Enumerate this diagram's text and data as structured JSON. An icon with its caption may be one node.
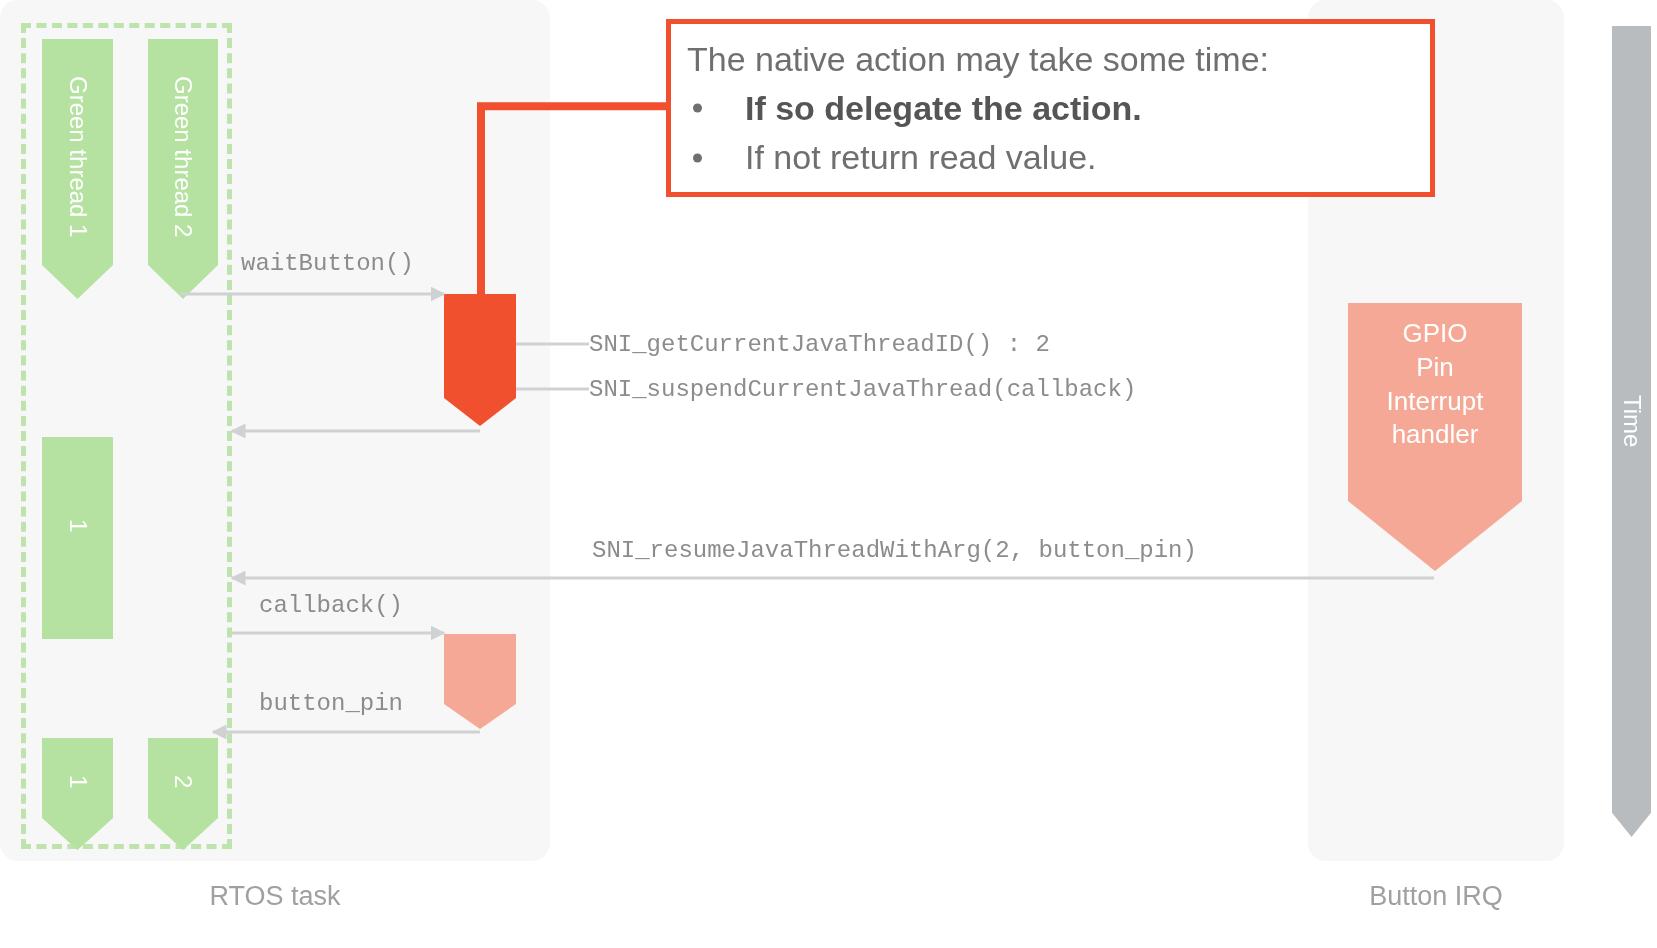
{
  "diagram": {
    "nodes": [
      {
        "text": [],
        "shape": "box",
        "beside": [
          "RTOS task"
        ]
      },
      {
        "text": [],
        "shape": "box",
        "in": 0
      },
      {
        "text": [
          "Green thread 1"
        ],
        "in": 1
      },
      {
        "text": [
          "Green thread 2"
        ],
        "in": 1
      },
      {
        "text": [],
        "shape": "box",
        "in": 0
      },
      {
        "text": [
          "SNI_getCurrentJavaThreadID() : 2"
        ]
      },
      {
        "text": [
          "SNI_suspendCurrentJavaThread(callback)"
        ]
      },
      {
        "text": [
          "1"
        ],
        "in": 1
      },
      {
        "text": [],
        "shape": "box",
        "in": 0
      },
      {
        "text": [
          "1"
        ],
        "in": 1
      },
      {
        "text": [
          "2"
        ],
        "in": 1
      },
      {
        "text": [],
        "shape": "box",
        "beside": [
          "Button IRQ"
        ]
      },
      {
        "text": [
          "GPIO Pin Interrupt handler"
        ],
        "in": 11
      },
      {
        "text": [
          "The native action may take some time:",
          "**If so delegate the action.**",
          "If not return read value."
        ]
      }
    ],
    "edges": [
      {
        "from": 3,
        "to": 4,
        "arrow": "to",
        "label": "waitButton()"
      },
      {
        "from": 4,
        "to": 5,
        "arrow": "none"
      },
      {
        "from": 4,
        "to": 6,
        "arrow": "none"
      },
      {
        "from": 4,
        "to": 1,
        "arrow": "to"
      },
      {
        "from": 12,
        "to": 1,
        "arrow": "to",
        "label": "SNI_resumeJavaThreadWithArg(2, button_pin)"
      },
      {
        "from": 1,
        "to": 8,
        "arrow": "to",
        "label": "callback()"
      },
      {
        "from": 8,
        "to": 10,
        "arrow": "to",
        "label": "button_pin"
      },
      {
        "from": 13,
        "to": 4,
        "arrow": "none",
        "style": "thick",
        "color": "#f05030"
      }
    ],
    "labels": [
      "Time"
    ]
  }
}
